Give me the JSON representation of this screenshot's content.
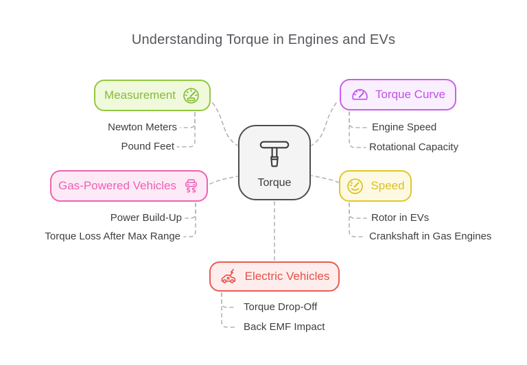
{
  "title": "Understanding Torque in Engines and EVs",
  "center": {
    "label": "Torque",
    "icon": "torque-wrench-icon",
    "colors": {
      "border": "#4d4d4d",
      "bg": "#f4f4f5",
      "text": "#3b3b3b"
    }
  },
  "branches": [
    {
      "label": "Measurement",
      "icon": "speedometer-icon",
      "icon_side": "right",
      "colors": {
        "border": "#92c83e",
        "bg": "#f0f9dc",
        "text": "#85bb38"
      },
      "children": [
        "Newton Meters",
        "Pound Feet"
      ]
    },
    {
      "label": "Torque Curve",
      "icon": "gauge-dial-icon",
      "icon_side": "left",
      "colors": {
        "border": "#c95fe8",
        "bg": "#faeffe",
        "text": "#c050e8"
      },
      "children": [
        "Engine Speed",
        "Rotational Capacity"
      ]
    },
    {
      "label": "Gas-Powered Vehicles",
      "icon": "car-skid-icon",
      "icon_side": "right",
      "colors": {
        "border": "#ee61b4",
        "bg": "#fdeaf6",
        "text": "#ee5fb4"
      },
      "children": [
        "Power Build-Up",
        "Torque Loss After Max Range"
      ]
    },
    {
      "label": "Speed",
      "icon": "speed-gauge-icon",
      "icon_side": "left",
      "colors": {
        "border": "#e3c629",
        "bg": "#fdf9e3",
        "text": "#ddbf1e"
      },
      "children": [
        "Rotor in EVs",
        "Crankshaft in Gas Engines"
      ]
    },
    {
      "label": "Electric Vehicles",
      "icon": "electric-car-icon",
      "icon_side": "left",
      "colors": {
        "border": "#ea5a52",
        "bg": "#fdeeed",
        "text": "#e94f47"
      },
      "children": [
        "Torque Drop-Off",
        "Back EMF Impact"
      ]
    }
  ],
  "connector_color": "#b3b3b3"
}
